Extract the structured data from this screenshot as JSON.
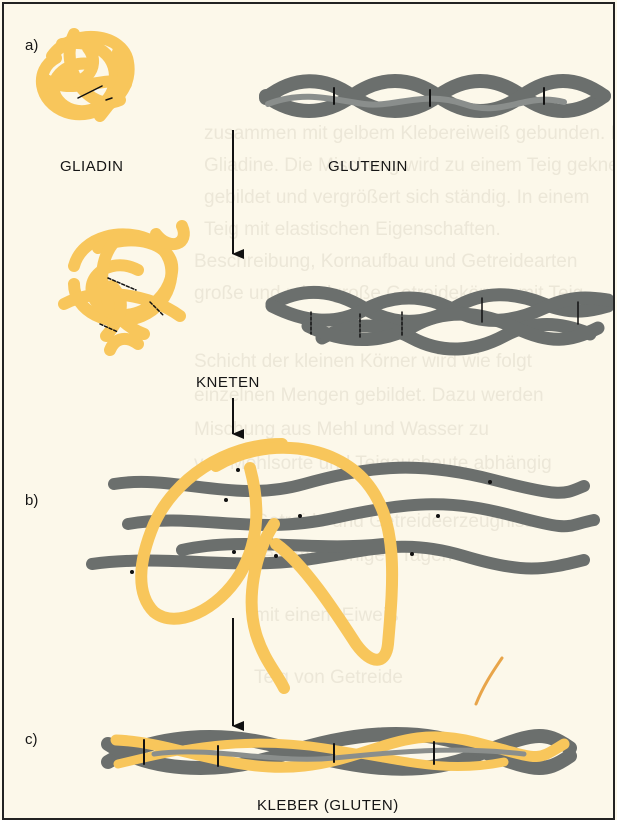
{
  "colors": {
    "gliadin": "#f8c65b",
    "glutenin": "#6b6f6d",
    "glutenin_highlight": "#8a8e8c",
    "bond": "#111111",
    "paper": "#fcf8ea",
    "bleed_text": "#e9e3d3"
  },
  "section_labels": {
    "a": "a)",
    "b": "b)",
    "c": "c)"
  },
  "labels": {
    "gliadin": "GLIADIN",
    "glutenin": "GLUTENIN",
    "kneading": "KNETEN",
    "result": "KLEBER (GLUTEN)"
  },
  "bleed_through_lines": [
    "zusammen mit gelbem Klebereiweiß gebunden. Die",
    "Gliadine. Die Mischung wird zu einem Teig geknetet",
    "gebildet und vergrößert sich ständig. In einem",
    "Teig mit elastischen Eigenschaften.",
    "Beschreibung, Kornaufbau und Getreidearten",
    "große und mittelgroße Getreidekörner mit Teig",
    "Schicht der kleinen Körner wird wie folgt",
    "einzelnen Mengen gebildet. Dazu werden",
    "Mischung aus Mehl und Wasser zu",
    "von Mehlsorte und Teigausbeute abhängig",
    "Getreide und Getreideerzeugnisse",
    "Teig mit wenigen Tagen",
    "mit einem Eiweiß",
    "Teig von Getreide"
  ]
}
